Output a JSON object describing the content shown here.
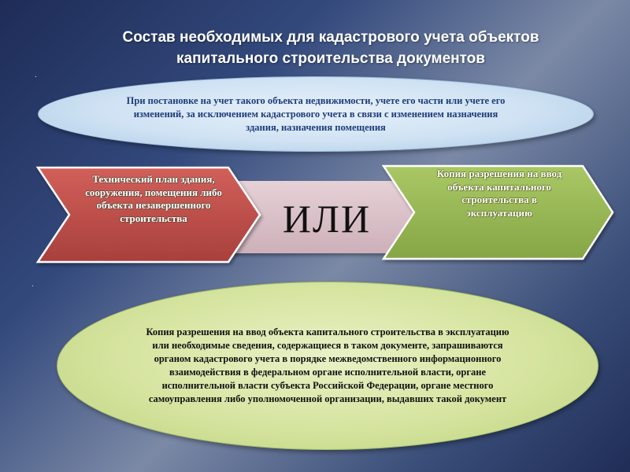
{
  "slide": {
    "title_line1": "Состав необходимых для кадастрового учета объектов",
    "title_line2": "капитального строительства документов",
    "dot1": ".",
    "dot2": ".",
    "top_ellipse_text": "При постановке на учет такого объекта недвижимости, учете его части или учете его изменений, за исключением кадастрового учета в связи с изменением назначения здания, назначения помещения",
    "left_arrow_text": "Технический план здания, сооружения, помещения либо объекта незавершенного строительства",
    "middle_text": "ИЛИ",
    "right_arrow_text": "Копия разрешения на ввод объекта капитального строительства в эксплуатацию",
    "bottom_ellipse_text": "Копия разрешения на ввод объекта капитального строительства в эксплуатацию или необходимые сведения, содержащиеся в таком документе, запрашиваются органом кадастрового учета в порядке межведомственного информационного взаимодействия в федеральном органе исполнительной власти, органе исполнительной власти субъекта Российской Федерации, органе местного самоуправления либо уполномоченной организации, выдавших такой документ"
  },
  "colors": {
    "background": "#33497c",
    "top_ellipse": "#cfe2f3",
    "left_arrow": "#c0504d",
    "middle_arrow": "#dcc4cc",
    "right_arrow": "#9bbb59",
    "bottom_ellipse": "#d5e49f"
  }
}
